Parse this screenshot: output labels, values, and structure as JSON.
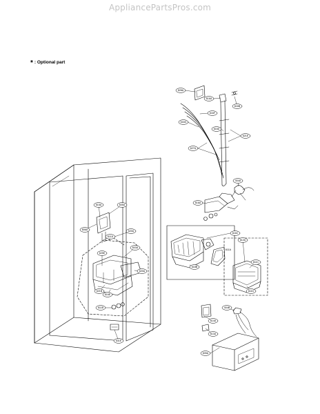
{
  "watermark": "AppliancePartsPros.com",
  "legend": {
    "symbol": "*",
    "text": ": Optional part"
  },
  "callouts": [
    {
      "id": "c-828a",
      "text": "828A"
    },
    {
      "id": "c-616a",
      "text": "616A"
    },
    {
      "id": "c-616b",
      "text": "616B"
    },
    {
      "id": "c-616f",
      "text": "616F"
    },
    {
      "id": "c-616g",
      "text": "616G"
    },
    {
      "id": "c-616d",
      "text": "616D"
    },
    {
      "id": "c-621e",
      "text": "621E"
    },
    {
      "id": "c-627a",
      "text": "627A"
    },
    {
      "id": "c-404a",
      "text": "404A"
    },
    {
      "id": "c-616a2",
      "text": "616A"
    },
    {
      "id": "c-616c",
      "text": "616C"
    },
    {
      "id": "c-612a",
      "text": "612A"
    },
    {
      "id": "c-618b",
      "text": "618B"
    },
    {
      "id": "c-615a",
      "text": "615A"
    },
    {
      "id": "c-605a",
      "text": "605A"
    },
    {
      "id": "c-806a",
      "text": "806A"
    },
    {
      "id": "c-620a",
      "text": "620A"
    },
    {
      "id": "c-611a",
      "text": "611A"
    },
    {
      "id": "c-603a",
      "text": "603A"
    },
    {
      "id": "c-625e",
      "text": "625E"
    },
    {
      "id": "c-620a2",
      "text": "620A"
    },
    {
      "id": "c-621b",
      "text": "621B"
    },
    {
      "id": "c-616e",
      "text": "616E"
    },
    {
      "id": "c-611b",
      "text": "611B"
    },
    {
      "id": "c-611a2",
      "text": "611A"
    },
    {
      "id": "c-611c",
      "text": "611C"
    },
    {
      "id": "c-611d",
      "text": "611D"
    },
    {
      "id": "c-404b",
      "text": "404B"
    },
    {
      "id": "c-614a",
      "text": "614A"
    },
    {
      "id": "c-613a",
      "text": "613A"
    },
    {
      "id": "c-605a2",
      "text": "605A"
    },
    {
      "id": "c-631e",
      "text": "631E"
    }
  ]
}
